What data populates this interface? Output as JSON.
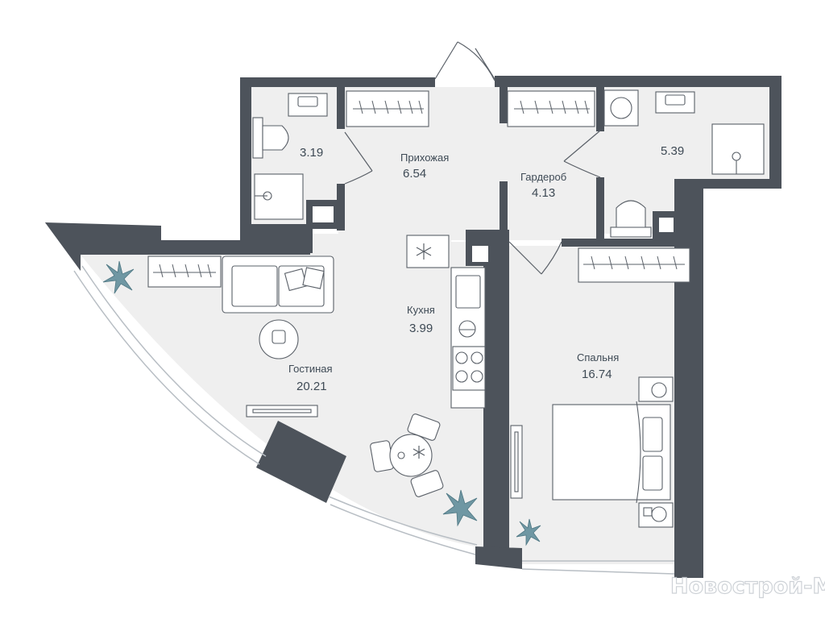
{
  "colors": {
    "wall": "#4d535b",
    "floor": "#efefef",
    "fixture_stroke": "#5a6068",
    "fixture_fill": "#ffffff",
    "plant": "#6f97a3",
    "label": "#3e4a55"
  },
  "rooms": [
    {
      "id": "bath-small",
      "name": "",
      "area": "3.19"
    },
    {
      "id": "hallway",
      "name": "Прихожая",
      "area": "6.54"
    },
    {
      "id": "wardrobe",
      "name": "Гардероб",
      "area": "4.13"
    },
    {
      "id": "bath-large",
      "name": "",
      "area": "5.39"
    },
    {
      "id": "kitchen",
      "name": "Кухня",
      "area": "3.99"
    },
    {
      "id": "living",
      "name": "Гостиная",
      "area": "20.21"
    },
    {
      "id": "bedroom",
      "name": "Спальня",
      "area": "16.74"
    }
  ],
  "icons": [
    "snowflake-icon",
    "plant-icon",
    "door-swing-icon",
    "toilet-icon",
    "sink-icon",
    "shower-icon",
    "washing-machine-icon",
    "stove-icon"
  ],
  "watermark": "Новострой-М"
}
